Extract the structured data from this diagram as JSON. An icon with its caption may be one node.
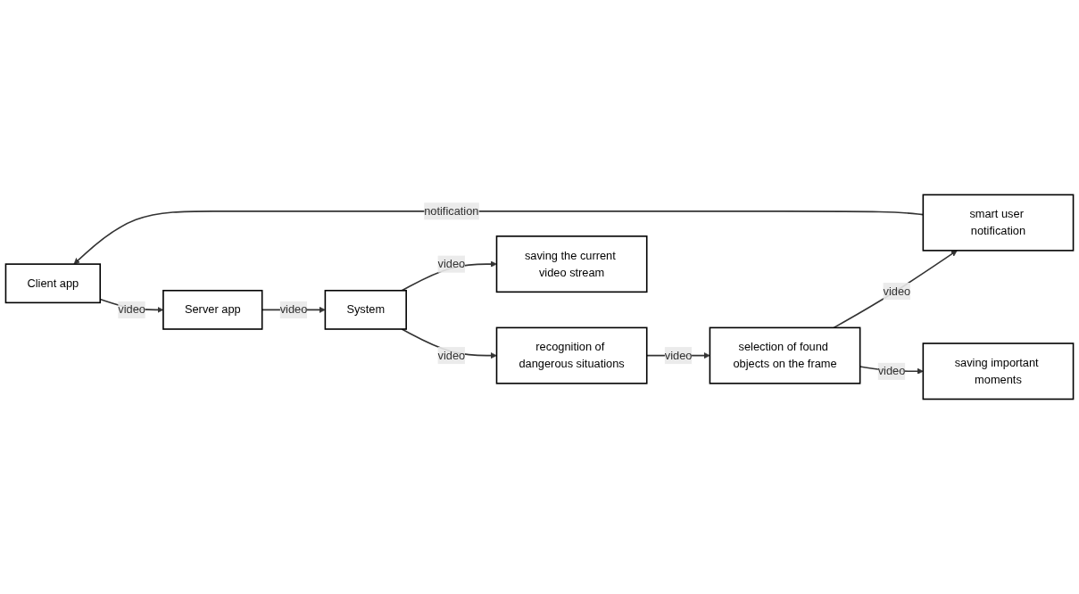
{
  "diagram": {
    "nodes": [
      {
        "text": [
          "Client app"
        ]
      },
      {
        "text": [
          "smart user notification"
        ]
      },
      {
        "text": [
          "selection of found objects on the frame"
        ]
      },
      {
        "text": [
          "saving important moments"
        ]
      },
      {
        "text": [
          "Server app"
        ]
      },
      {
        "text": [
          "System"
        ]
      },
      {
        "text": [
          "recognition of dangerous situations"
        ]
      },
      {
        "text": [
          "saving the current video stream"
        ]
      }
    ],
    "edges": [
      {
        "from": 1,
        "to": 0,
        "arrow": "to",
        "label": "notification"
      },
      {
        "from": 2,
        "to": 1,
        "arrow": "to",
        "label": "video"
      },
      {
        "from": 2,
        "to": 3,
        "arrow": "to",
        "label": "video"
      },
      {
        "from": 0,
        "to": 4,
        "arrow": "to",
        "label": "video"
      },
      {
        "from": 4,
        "to": 5,
        "arrow": "to",
        "label": "video"
      },
      {
        "from": 5,
        "to": 6,
        "arrow": "to",
        "label": "video"
      },
      {
        "from": 6,
        "to": 2,
        "arrow": "to",
        "label": "video"
      },
      {
        "from": 5,
        "to": 7,
        "arrow": "to",
        "label": "video"
      }
    ]
  }
}
